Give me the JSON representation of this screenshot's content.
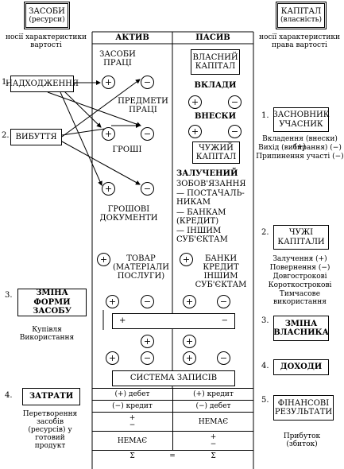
{
  "left_header": {
    "title": "ЗАСОБИ",
    "subtitle": "(ресурси)",
    "caption": "носії характеристики вартості"
  },
  "right_header": {
    "title": "КАПІТАЛ",
    "subtitle": "(власність)",
    "caption": "носії характеристики права вартості"
  },
  "columns": {
    "active": "АКТИВ",
    "passive": "ПАСИВ"
  },
  "active_labels": {
    "assets": "ЗАСОБИ ПРАЦІ",
    "objects": "ПРЕДМЕТИ ПРАЦІ",
    "money": "ГРОШІ",
    "money_docs": "ГРОШОВІ ДОКУМЕНТИ",
    "goods": "ТОВАР (МАТЕРІАЛИ ПОСЛУГИ)"
  },
  "passive_labels": {
    "own_capital": "ВЛАСНИЙ КАПІТАЛ",
    "contributions": "ВКЛАДИ",
    "withdrawals": "ВНЕСКИ",
    "borrowed_capital": "ЧУЖИЙ КАПІТАЛ",
    "obligations_title": "ЗАЛУЧЕНИЙ",
    "obligations_sub": "ЗОБОВ'ЯЗАННЯ",
    "obl_1": "— ПОСТАЧАЛЬ-НИКАМ",
    "obl_2": "— БАНКАМ (КРЕДИТ)",
    "obl_3": "— ІНШИМ СУБ'ЄКТАМ",
    "bank_credit": "БАНКИ КРЕДИТ ІНШИМ СУБ'ЄКТАМ"
  },
  "left_items": [
    {
      "num": "1.",
      "label": "НАДХОДЖЕННЯ"
    },
    {
      "num": "2.",
      "label": "ВИБУТТЯ"
    },
    {
      "num": "3.",
      "label": "ЗМІНА ФОРМИ ЗАСОБУ",
      "note": "Купівля Використання"
    },
    {
      "num": "4.",
      "label": "ЗАТРАТИ",
      "note": "Перетворення засобів (ресурсів) у готовий продукт"
    }
  ],
  "right_items": [
    {
      "num": "1.",
      "label": "ЗАСНОВНИК УЧАСНИК",
      "note": [
        "Вкладення (внески) (+)",
        "Вихід (вибирання) (−)",
        "Припинення участі (−)"
      ]
    },
    {
      "num": "2.",
      "label": "ЧУЖІ КАПІТАЛИ",
      "note": [
        "Залучення (+)",
        "Повернення (−)",
        "Довгострокові",
        "Короткострокові",
        "Тимчасове використання"
      ]
    },
    {
      "num": "3.",
      "label": "ЗМІНА ВЛАСНИКА"
    },
    {
      "num": "4.",
      "label": "ДОХОДИ"
    },
    {
      "num": "5.",
      "label": "ФІНАНСОВІ РЕЗУЛЬТАТИ",
      "note": "Прибуток (збиток)"
    }
  ],
  "signs": {
    "plus": "+",
    "minus": "−"
  },
  "system": "СИСТЕМА ЗАПИСІВ",
  "records": {
    "debit_plus": "(+) дебет",
    "credit_minus": "(−) кредит",
    "credit_plus": "(+) кредит",
    "debit_minus": "(−) дебет",
    "plus_minus": "+ −",
    "none": "НЕМАЄ",
    "sum": "Σ",
    "equals": "="
  }
}
